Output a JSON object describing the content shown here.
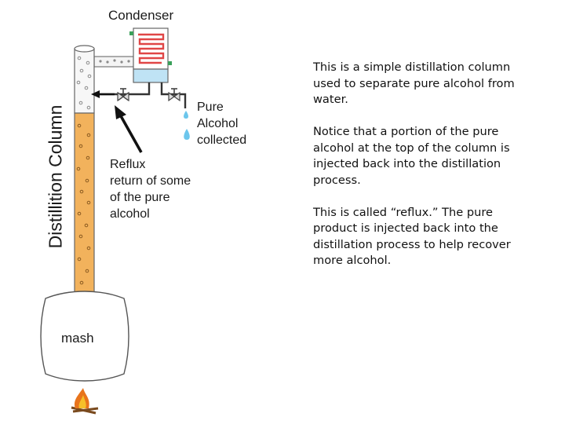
{
  "diagram": {
    "condenser_label": "Condenser",
    "collected_label": [
      "Pure",
      "Alcohol",
      "collected"
    ],
    "reflux_label": [
      "Reflux",
      "return of some",
      "of the pure",
      "alcohol"
    ],
    "column_label": "Distillition Column",
    "mash_label": "mash",
    "colors": {
      "column_fill": "#f2b25c",
      "water": "#bfe3f5",
      "coil": "#e04646",
      "droplet": "#6cc6ec",
      "flame_outer": "#e8741c",
      "flame_inner": "#f6c02a"
    },
    "icons": [
      "flame-icon",
      "droplet-icon",
      "valve-icon",
      "arrow-icon"
    ]
  },
  "description": {
    "paragraphs": [
      "This is a simple distillation column used to separate pure alcohol from water.",
      "Notice that a portion of the pure alcohol at the top of the column is injected back into the distillation process.",
      "This is called “reflux.” The pure product is injected back into the distillation process to help recover more alcohol."
    ]
  }
}
